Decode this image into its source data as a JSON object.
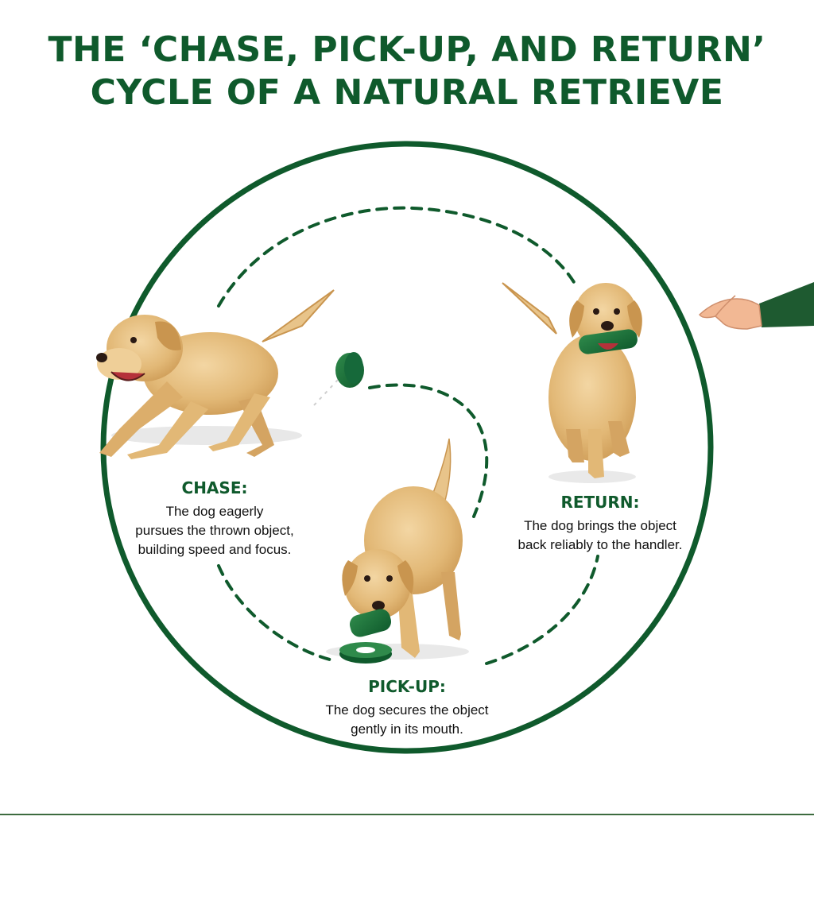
{
  "title": {
    "line1": "THE ‘CHASE, PICK-UP, AND RETURN’",
    "line2": "CYCLE OF A NATURAL RETRIEVE"
  },
  "stages": {
    "chase": {
      "heading": "CHASE:",
      "line1": "The dog eagerly",
      "line2": "pursues the thrown object,",
      "line3": "building speed and focus."
    },
    "pickup": {
      "heading": "PICK-UP:",
      "line1": "The dog secures the object",
      "line2": "gently in its mouth."
    },
    "return": {
      "heading": "RETURN:",
      "line1": "The dog brings the object",
      "line2": "back reliably to the handler."
    }
  },
  "colors": {
    "brand_green": "#0f5a2c",
    "dog_coat": "#e2b876",
    "dog_shadow": "#c9954f",
    "skin": "#f2b894",
    "sleeve": "#1e5a30"
  },
  "icons": [
    "running-dog-icon",
    "dog-pickup-icon",
    "dog-return-icon",
    "toy-bumper-icon",
    "handler-hand-icon"
  ]
}
